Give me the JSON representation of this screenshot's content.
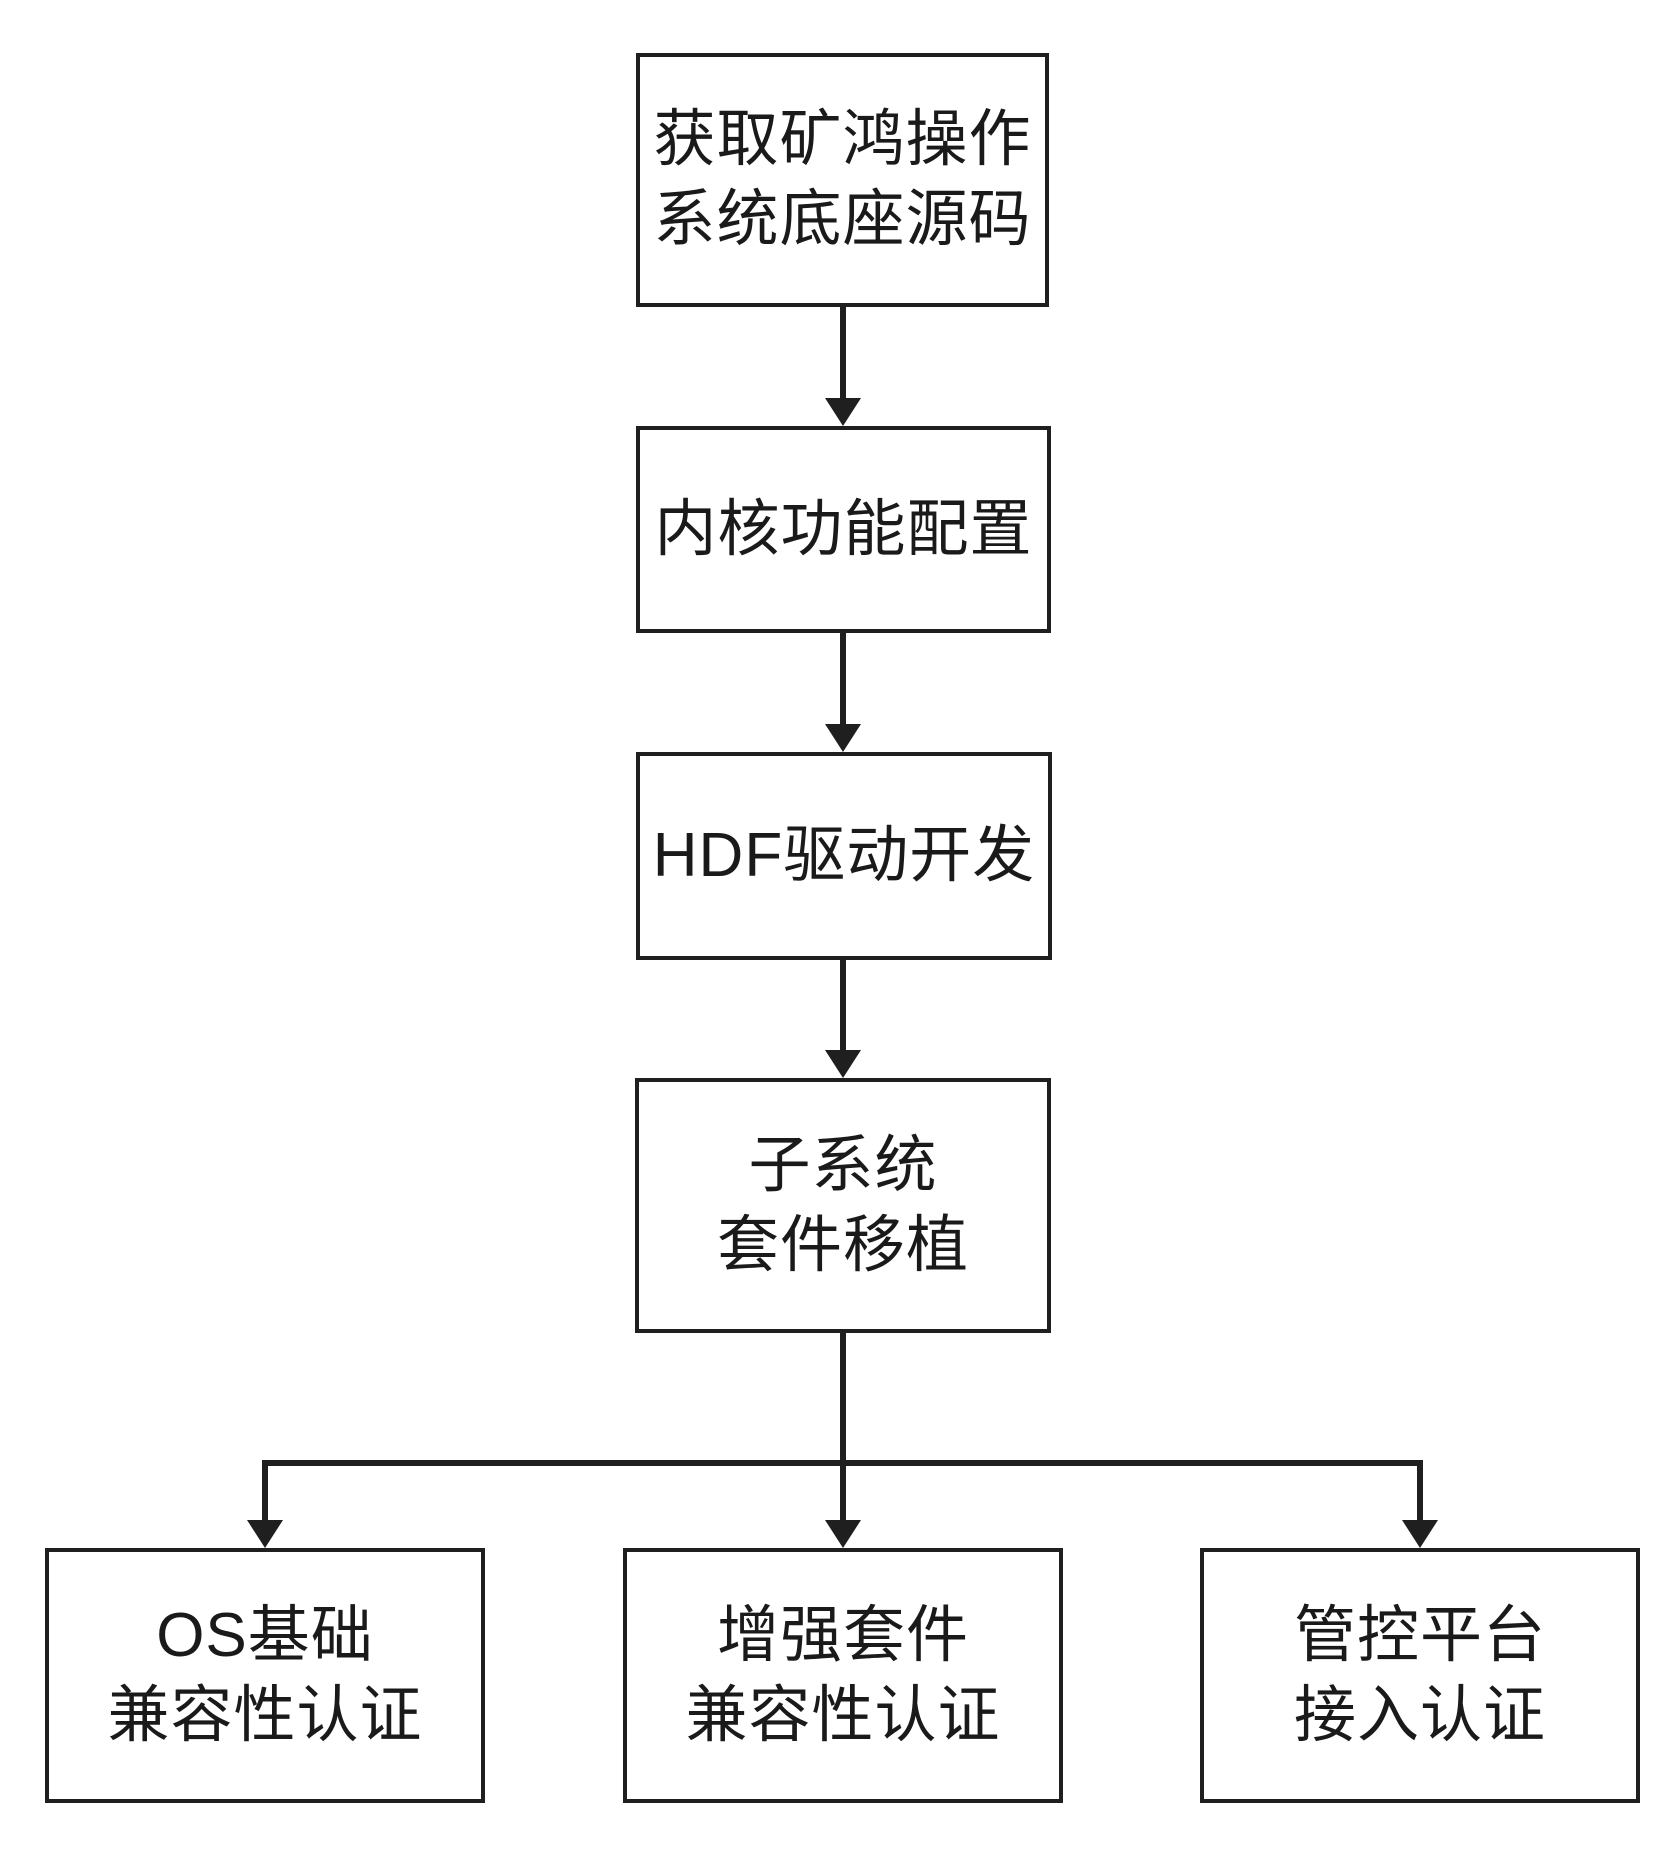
{
  "flowchart": {
    "nodes": [
      {
        "id": "acquire-source",
        "label": "获取矿鸿操作\n系统底座源码"
      },
      {
        "id": "kernel-config",
        "label": "内核功能配置"
      },
      {
        "id": "hdf-driver-dev",
        "label": "HDF驱动开发"
      },
      {
        "id": "subsystem-port",
        "label": "子系统\n套件移植"
      },
      {
        "id": "os-basic-cert",
        "label": "OS基础\n兼容性认证"
      },
      {
        "id": "enhanced-suite-cert",
        "label": "增强套件\n兼容性认证"
      },
      {
        "id": "mgmt-platform-cert",
        "label": "管控平台\n接入认证"
      }
    ],
    "colors": {
      "line": "#1f1f1f",
      "box_border": "#1f1f1f",
      "text": "#1a1a1a",
      "background": "#ffffff"
    }
  }
}
